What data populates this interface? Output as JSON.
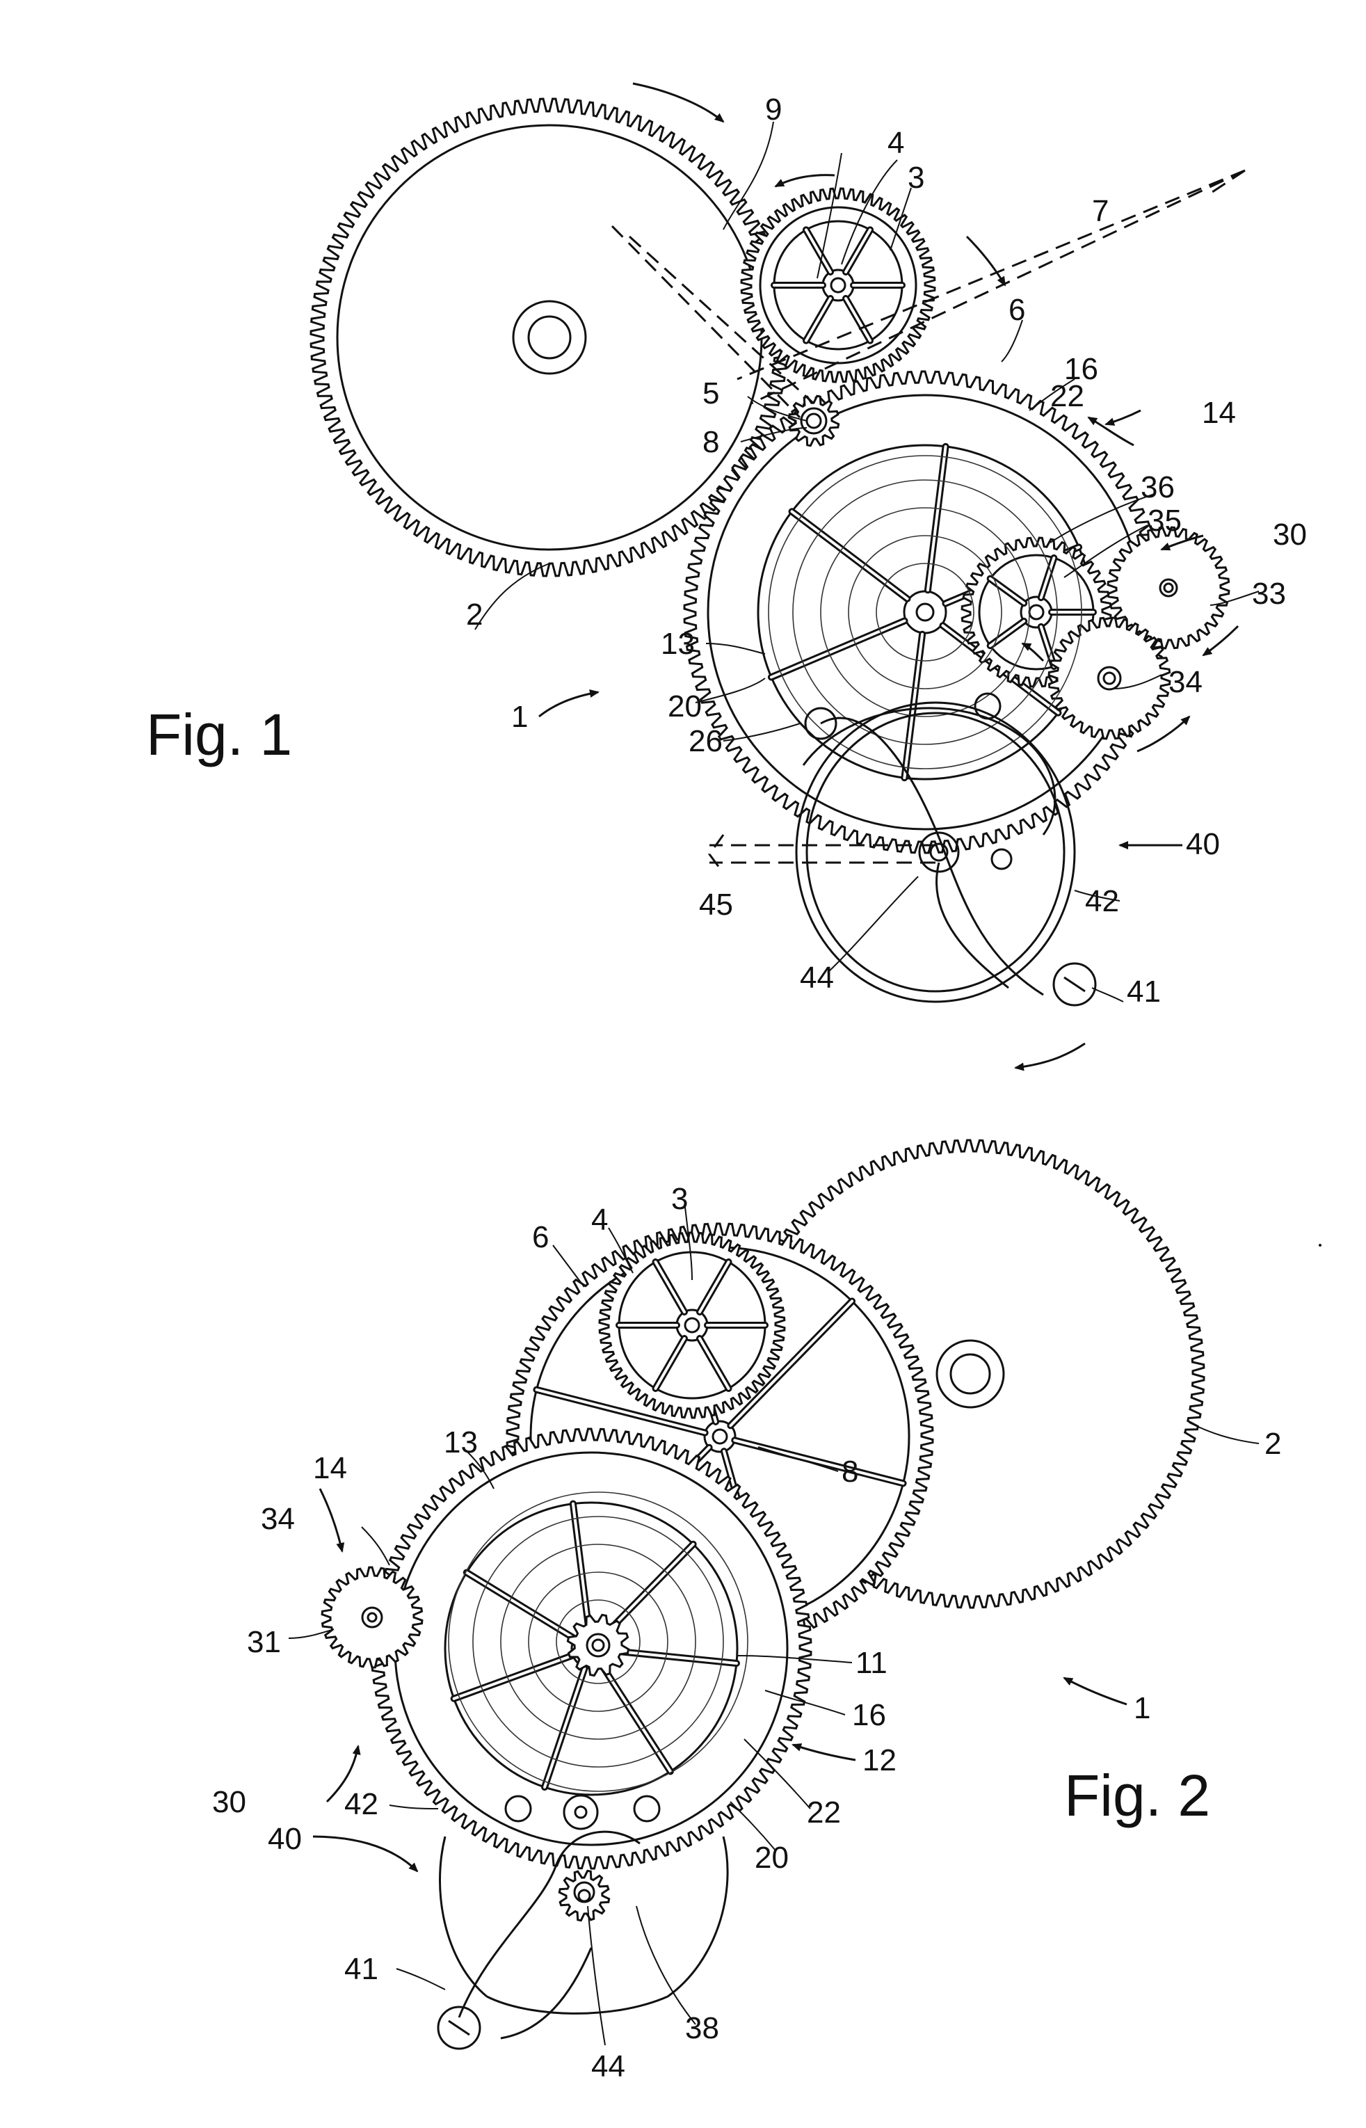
{
  "figures": [
    {
      "caption": "Fig. 1",
      "reference_numerals": [
        "9",
        "4",
        "3",
        "7",
        "6",
        "16",
        "22",
        "14",
        "5",
        "8",
        "36",
        "35",
        "30",
        "33",
        "2",
        "13",
        "34",
        "1",
        "20",
        "26",
        "40",
        "45",
        "42",
        "44",
        "41"
      ]
    },
    {
      "caption": "Fig. 2",
      "reference_numerals": [
        "3",
        "6",
        "4",
        "2",
        "8",
        "14",
        "13",
        "34",
        "31",
        "11",
        "16",
        "1",
        "30",
        "12",
        "22",
        "20",
        "40",
        "42",
        "41",
        "38",
        "44"
      ]
    }
  ],
  "colors": {
    "ink": "#111111",
    "paper": "#ffffff"
  }
}
